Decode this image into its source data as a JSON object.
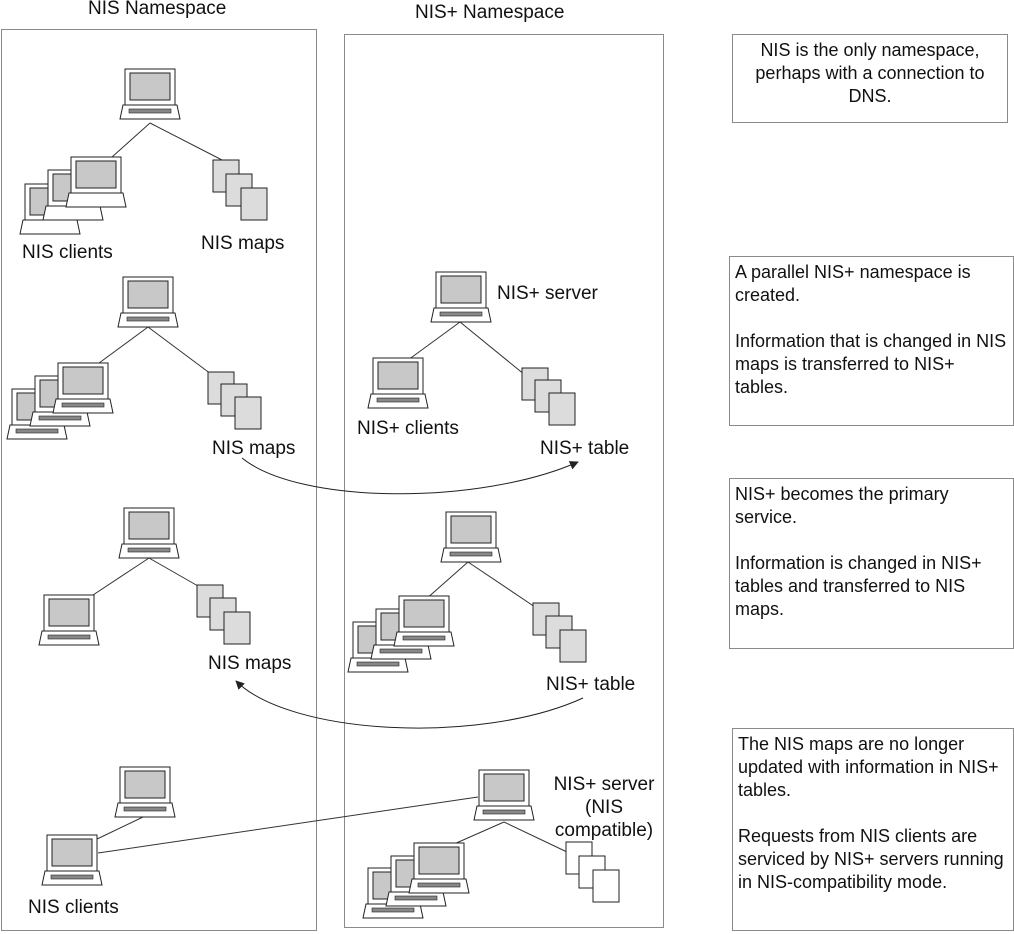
{
  "titles": {
    "nis": "NIS Namespace",
    "nisplus": "NIS+ Namespace"
  },
  "stage1": {
    "clients_label": "NIS clients",
    "maps_label": "NIS maps",
    "note": "NIS is the only namespace, perhaps with a connection to DNS."
  },
  "stage2": {
    "nis_maps_label": "NIS maps",
    "server_label": "NIS+ server",
    "clients_label": "NIS+ clients",
    "table_label": "NIS+ table",
    "note_p1": "A parallel NIS+ namespace is created.",
    "note_p2": "Information that is changed in NIS maps is transferred to NIS+ tables."
  },
  "stage3": {
    "nis_maps_label": "NIS maps",
    "table_label": "NIS+ table",
    "note_p1": "NIS+ becomes the primary service.",
    "note_p2": "Information is changed in NIS+ tables and transferred to NIS maps."
  },
  "stage4": {
    "clients_label": "NIS clients",
    "server_label": "NIS+ server (NIS compatible)",
    "note_p1": "The NIS maps are no longer updated with information in NIS+ tables.",
    "note_p2": "Requests from NIS clients are serviced by NIS+ servers running in NIS-compatibility mode."
  },
  "colors": {
    "screen": "#c8c8c8",
    "map_page": "#dcdcdc",
    "table_page": "#ffffff",
    "line": "#333333",
    "panel_border": "#8a8a8a"
  },
  "icons": [
    "computer-icon",
    "document-stack-icon"
  ]
}
